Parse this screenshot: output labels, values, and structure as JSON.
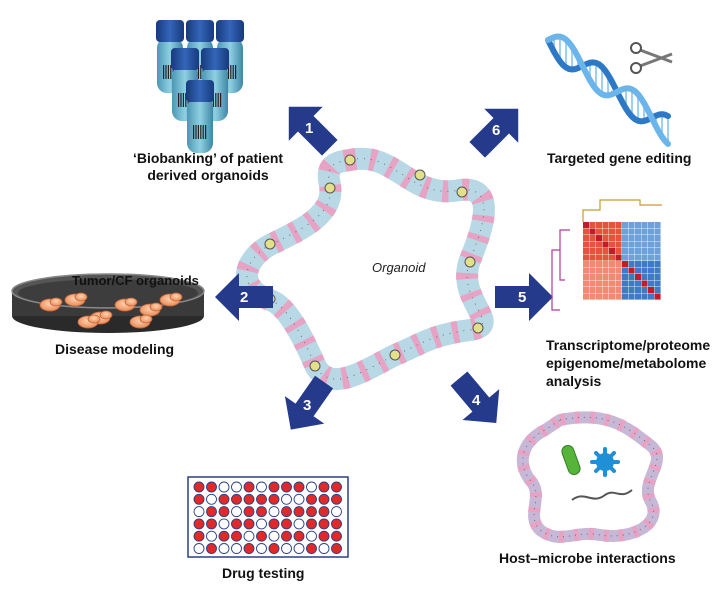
{
  "center_label": "Organoid",
  "items": [
    {
      "number": "1",
      "label": "‘Biobanking’ of patient derived organoids"
    },
    {
      "number": "2",
      "label": "Disease modeling",
      "sublabel": "Tumor/CF organoids"
    },
    {
      "number": "3",
      "label": "Drug testing"
    },
    {
      "number": "4",
      "label": "Host–microbe interactions"
    },
    {
      "number": "5",
      "label_lines": [
        "Transcriptome/proteome",
        "epigenome/metabolome",
        "analysis"
      ]
    },
    {
      "number": "6",
      "label": "Targeted gene editing"
    }
  ],
  "colors": {
    "arrow": "#263a8c",
    "tube_body": "#6fb3c9",
    "tube_cap": "#1f3f8a",
    "heatmap_warm": "#e4543d",
    "heatmap_cool": "#3e7bc4",
    "well_red": "#e02a2a",
    "dna_blue": "#2e79c6"
  }
}
